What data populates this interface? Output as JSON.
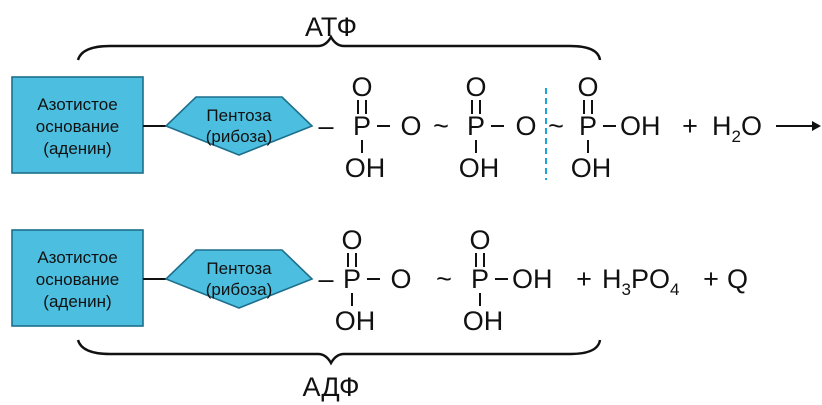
{
  "colors": {
    "fill": "#4cbfe0",
    "stroke": "#1d6f8c",
    "line": "#111111",
    "cleave": "#1fa6d8",
    "text": "#111111"
  },
  "top": {
    "brace_label": "АТФ",
    "base": [
      "Азотистое",
      "основание",
      "(аденин)"
    ],
    "sugar": [
      "Пентоза",
      "(рибоза)"
    ],
    "bond_dash": "–",
    "P": "P",
    "O": "O",
    "OH": "OH",
    "tilde": "~",
    "plus": "+",
    "water_h": "H",
    "water_sub": "2",
    "water_o": "O"
  },
  "bottom": {
    "brace_label": "АДФ",
    "base": [
      "Азотистое",
      "основание",
      "(аденин)"
    ],
    "sugar": [
      "Пентоза",
      "(рибоза)"
    ],
    "bond_dash": "–",
    "P": "P",
    "O": "O",
    "OH": "OH",
    "tilde": "~",
    "plus": "+",
    "acid_h": "H",
    "acid_sub1": "3",
    "acid_po": "PO",
    "acid_sub2": "4",
    "heat": "Q"
  }
}
